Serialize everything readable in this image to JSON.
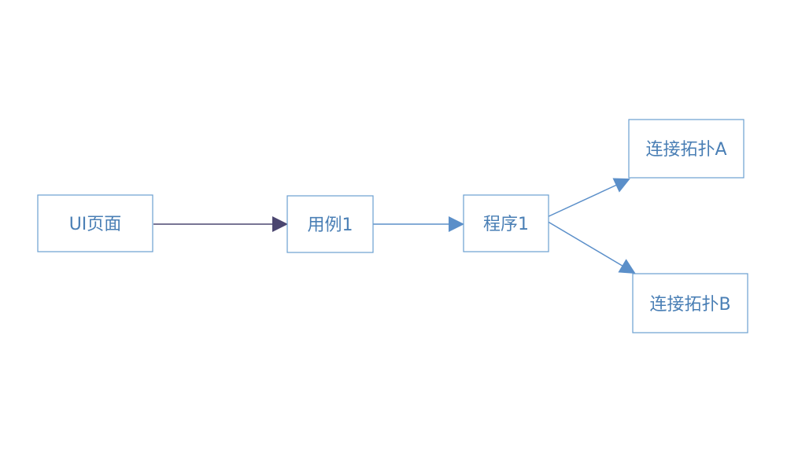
{
  "nodes": {
    "ui_page": "UI页面",
    "use_case_1": "用例1",
    "program_1": "程序1",
    "topology_a": "连接拓扑A",
    "topology_b": "连接拓扑B"
  },
  "colors": {
    "box_stroke": "#6a9fd0",
    "label_text": "#4a7fb5",
    "arrow_blue": "#5b8fc9",
    "arrow_dark": "#4b4670"
  }
}
